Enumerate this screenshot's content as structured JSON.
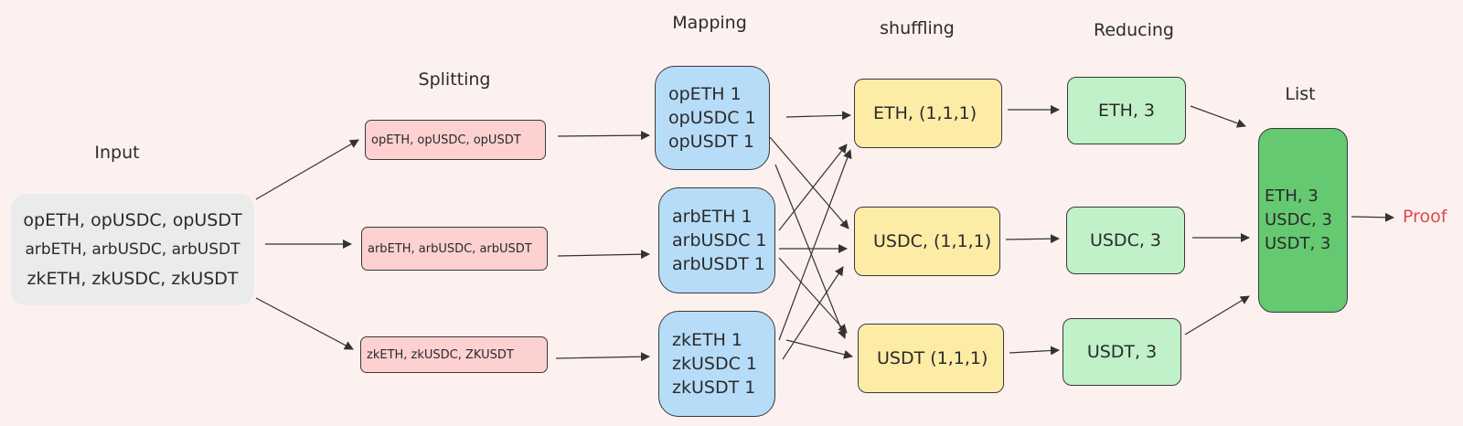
{
  "stages": {
    "input": "Input",
    "splitting": "Splitting",
    "mapping": "Mapping",
    "shuffling": "shuffling",
    "reducing": "Reducing",
    "list": "List"
  },
  "input_box": {
    "lines": [
      "opETH, opUSDC, opUSDT",
      "arbETH, arbUSDC, arbUSDT",
      "zkETH, zkUSDC, zkUSDT"
    ]
  },
  "split": [
    "opETH, opUSDC, opUSDT",
    "arbETH, arbUSDC, arbUSDT",
    "zkETH, zkUSDC, ZKUSDT"
  ],
  "map": [
    [
      "opETH 1",
      "opUSDC 1",
      "opUSDT 1"
    ],
    [
      "arbETH 1",
      "arbUSDC 1",
      "arbUSDT 1"
    ],
    [
      "zkETH 1",
      "zkUSDC 1",
      "zkUSDT 1"
    ]
  ],
  "shuffle": [
    "ETH, (1,1,1)",
    "USDC, (1,1,1)",
    "USDT (1,1,1)"
  ],
  "reduce": [
    "ETH, 3",
    "USDC, 3",
    "USDT, 3"
  ],
  "list_box": [
    "ETH, 3",
    "USDC, 3",
    "USDT, 3"
  ],
  "proof": "Proof"
}
